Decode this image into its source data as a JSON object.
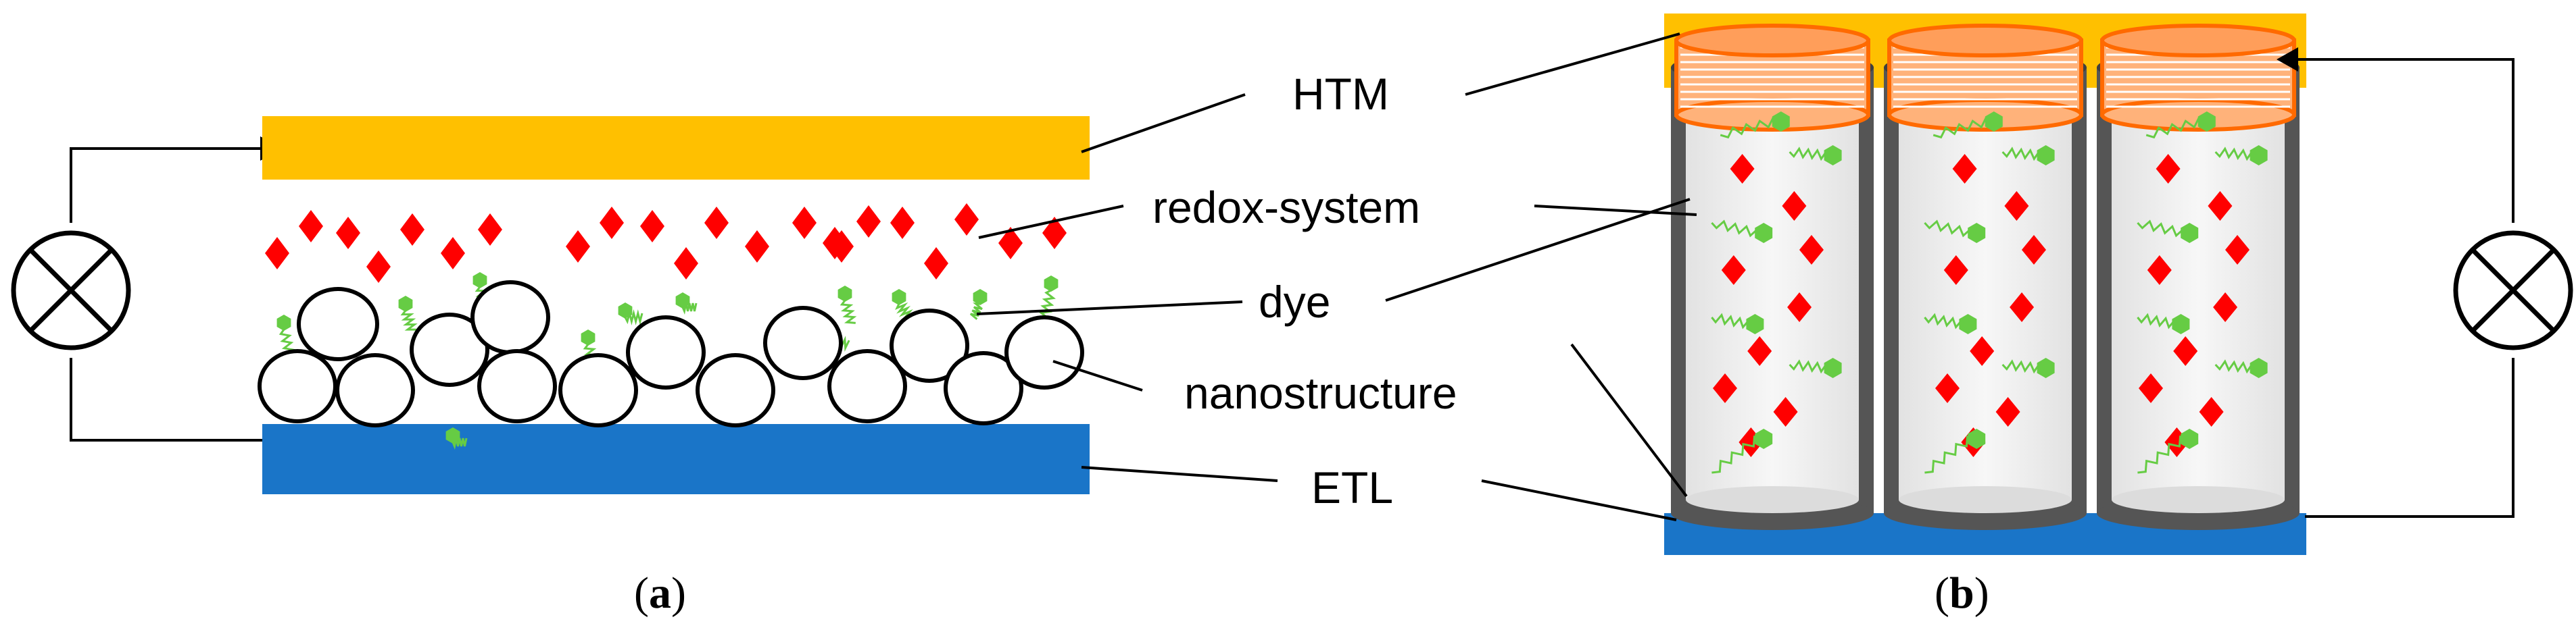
{
  "labels": {
    "htm": "HTM",
    "redox": "redox-system",
    "dye": "dye",
    "nano": "nanostructure",
    "etl": "ETL"
  },
  "captions": {
    "a_open": "(",
    "a_letter": "a",
    "a_close": ")",
    "b_open": "(",
    "b_letter": "b",
    "b_close": ")"
  },
  "colors": {
    "htm": "#ffc000",
    "etl": "#1a75c8",
    "redox": "#ff0000",
    "dye": "#66cc44",
    "tube_shell": "#555555",
    "tube_inner": "#f2f2f2",
    "cap_ring": "#ff6a00",
    "cap_fill": "#ffb27a",
    "wire": "#000000"
  },
  "icons": {
    "lamp": "lamp-circle-x-icon",
    "arrow": "arrowhead-icon"
  }
}
